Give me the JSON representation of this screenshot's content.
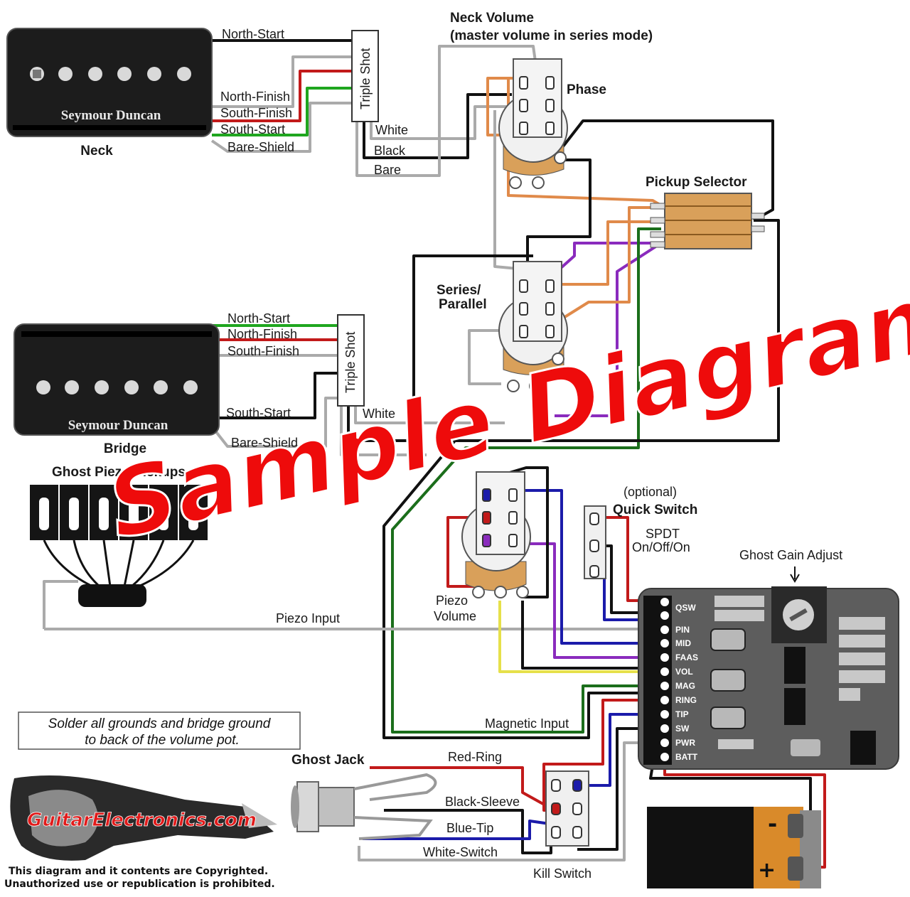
{
  "pickups": {
    "neck": {
      "brand": "Seymour Duncan",
      "label": "Neck",
      "wires": [
        "North-Start",
        "North-Finish",
        "South-Finish",
        "South-Start",
        "Bare-Shield"
      ]
    },
    "bridge": {
      "brand": "Seymour Duncan",
      "label": "Bridge",
      "wires": [
        "North-Start",
        "North-Finish",
        "South-Finish",
        "South-Start",
        "Bare-Shield"
      ]
    }
  },
  "triple_shot": {
    "label": "Triple Shot",
    "neck_outputs": [
      "White",
      "Black",
      "Bare"
    ],
    "bridge_outputs": [
      "White"
    ]
  },
  "controls": {
    "neck_volume": "Neck Volume",
    "neck_volume_note": "(master volume in series mode)",
    "phase": "Phase",
    "pickup_selector": "Pickup Selector",
    "series_parallel_1": "Series/",
    "series_parallel_2": "Parallel",
    "piezo_volume_1": "Piezo",
    "piezo_volume_2": "Volume",
    "quick_switch_optional": "(optional)",
    "quick_switch": "Quick Switch",
    "spdt_1": "SPDT",
    "spdt_2": "On/Off/On",
    "ghost_gain_adjust": "Ghost Gain Adjust",
    "ghost_piezo_pickups": "Ghost Piezo Pickups",
    "piezo_input": "Piezo Input",
    "magnetic_input": "Magnetic Input",
    "ghost_jack": "Ghost Jack",
    "kill_switch": "Kill Switch"
  },
  "jack_wires": [
    "Red-Ring",
    "Black-Sleeve",
    "Blue-Tip",
    "White-Switch"
  ],
  "board_pins": [
    "QSW",
    "PIN",
    "MID",
    "FAAS",
    "VOL",
    "MAG",
    "RING",
    "TIP",
    "SW",
    "PWR",
    "BATT"
  ],
  "battery": {
    "minus": "-",
    "plus": "+"
  },
  "note": {
    "line1": "Solder all grounds and bridge ground",
    "line2": "to back of the volume pot."
  },
  "logo": "GuitarElectronics.com",
  "copyright": {
    "line1": "This diagram and it contents are Copyrighted.",
    "line2": "Unauthorized use or republication is prohibited."
  },
  "watermark": "Sample Diagram",
  "colors": {
    "red": "#c21a1a",
    "green": "#1fa61f",
    "blue": "#1b1baa",
    "purple": "#8a2bbd",
    "orange": "#e08a4a",
    "yellow": "#e6e04a",
    "gray": "#aaaaaa",
    "watermark": "#ee0b0b"
  }
}
